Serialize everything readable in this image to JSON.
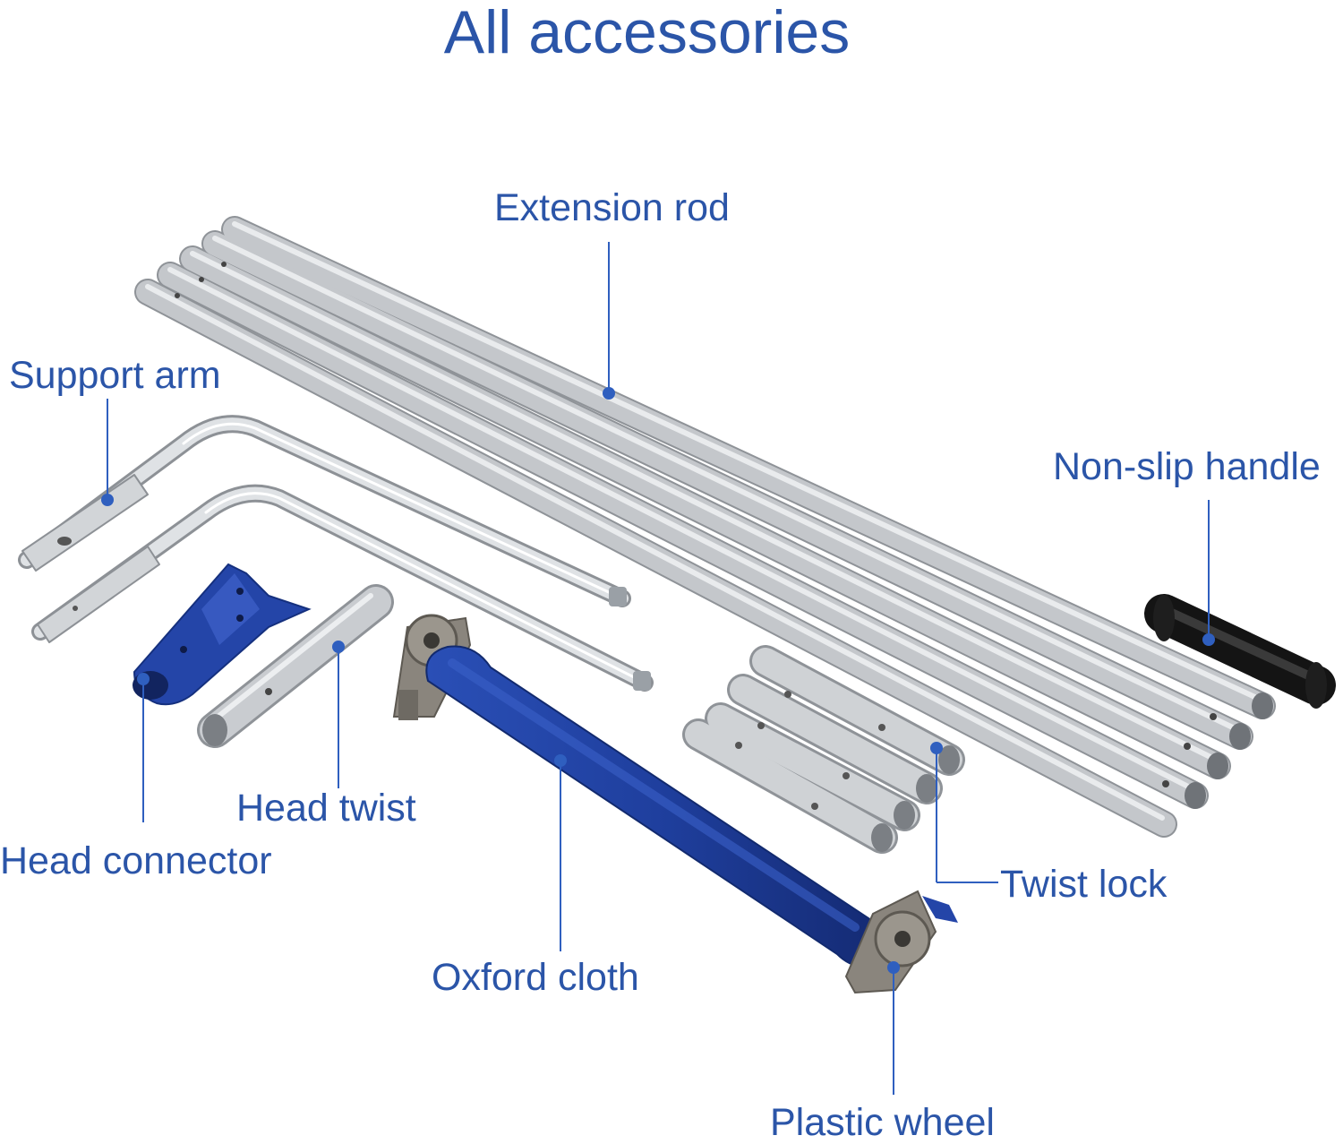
{
  "title": "All accessories",
  "labels": {
    "extension_rod": "Extension rod",
    "support_arm": "Support arm",
    "non_slip_handle": "Non-slip handle",
    "head_twist": "Head twist",
    "head_connector": "Head connector",
    "twist_lock": "Twist lock",
    "oxford_cloth": "Oxford cloth",
    "plastic_wheel": "Plastic wheel"
  },
  "colors": {
    "label_text": "#2b55a8",
    "callout": "#2f5fbf",
    "tube": "#c9ccd0",
    "cloth": "#1f3f9e",
    "handle": "#1e1e1e",
    "wheel": "#8a857d"
  }
}
